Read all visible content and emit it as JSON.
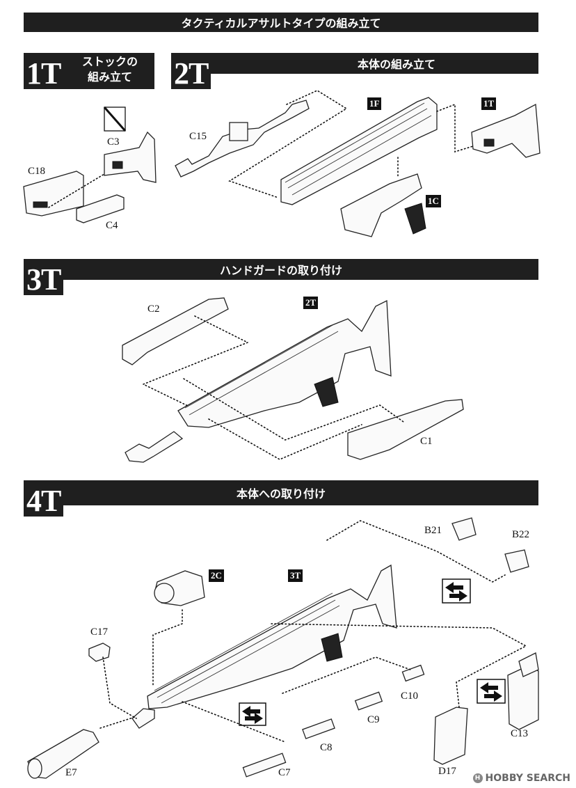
{
  "header": {
    "title": "タクティカルアサルトタイプの組み立て"
  },
  "step1": {
    "tag": "1T",
    "title_line1": "ストックの",
    "title_line2": "組み立て",
    "parts": {
      "c3": "C3",
      "c18": "C18",
      "c4": "C4"
    }
  },
  "step2": {
    "tag": "2T",
    "title": "本体の組み立て",
    "parts": {
      "c15": "C15"
    },
    "badges": {
      "f1": "1F",
      "t1": "1T",
      "c1": "1C"
    }
  },
  "step3": {
    "tag": "3T",
    "title": "ハンドガードの取り付け",
    "parts": {
      "c2": "C2",
      "c1": "C1"
    },
    "badges": {
      "t2": "2T"
    }
  },
  "step4": {
    "tag": "4T",
    "title": "本体への取り付け",
    "parts": {
      "b21": "B21",
      "b22": "B22",
      "c17": "C17",
      "c10": "C10",
      "c9": "C9",
      "c8": "C8",
      "c7": "C7",
      "c13": "C13",
      "d17": "D17",
      "e7": "E7"
    },
    "badges": {
      "c2": "2C",
      "t3": "3T"
    }
  },
  "watermark": {
    "text": "HOBBY SEARCH",
    "logo": "H"
  }
}
